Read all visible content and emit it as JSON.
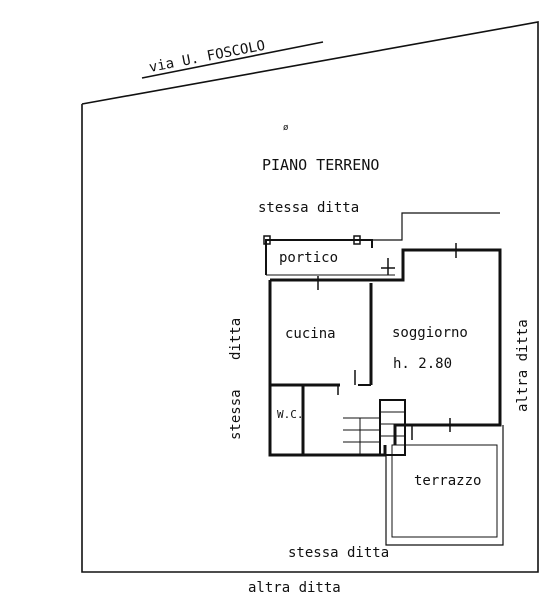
{
  "street": "via  U. FOSCOLO",
  "floor_title": "PIANO   TERRENO",
  "neighbors": {
    "top": "stessa  ditta",
    "left_outer": "ditta",
    "left_inner": "stessa",
    "right": "altra  ditta",
    "bottom_inner": "stessa  ditta",
    "bottom_outer": "altra  ditta"
  },
  "rooms": {
    "portico": "portico",
    "cucina": "cucina",
    "soggiorno": "soggiorno",
    "height": "h. 2.80",
    "wc": "W.C.",
    "terrazzo": "terrazzo"
  }
}
